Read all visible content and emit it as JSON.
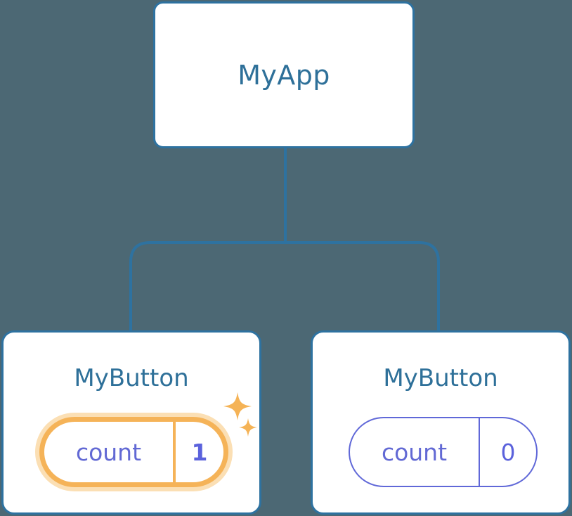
{
  "diagram": {
    "type": "component-tree",
    "background_color": "#4c6874",
    "node_border_color": "#2e72a0",
    "node_fill_color": "#ffffff",
    "title_color": "#2e7099",
    "state_text_color": "#6269d4",
    "highlight_color": "#f5b358",
    "highlight_glow_color": "#fbdfb4",
    "connector_color": "#2e72a0"
  },
  "root": {
    "label": "MyApp"
  },
  "children": [
    {
      "label": "MyButton",
      "state": {
        "key": "count",
        "value": "1"
      },
      "highlighted": true,
      "sparkle_icons": [
        "sparkle-large-icon",
        "sparkle-small-icon"
      ]
    },
    {
      "label": "MyButton",
      "state": {
        "key": "count",
        "value": "0"
      },
      "highlighted": false,
      "sparkle_icons": []
    }
  ]
}
